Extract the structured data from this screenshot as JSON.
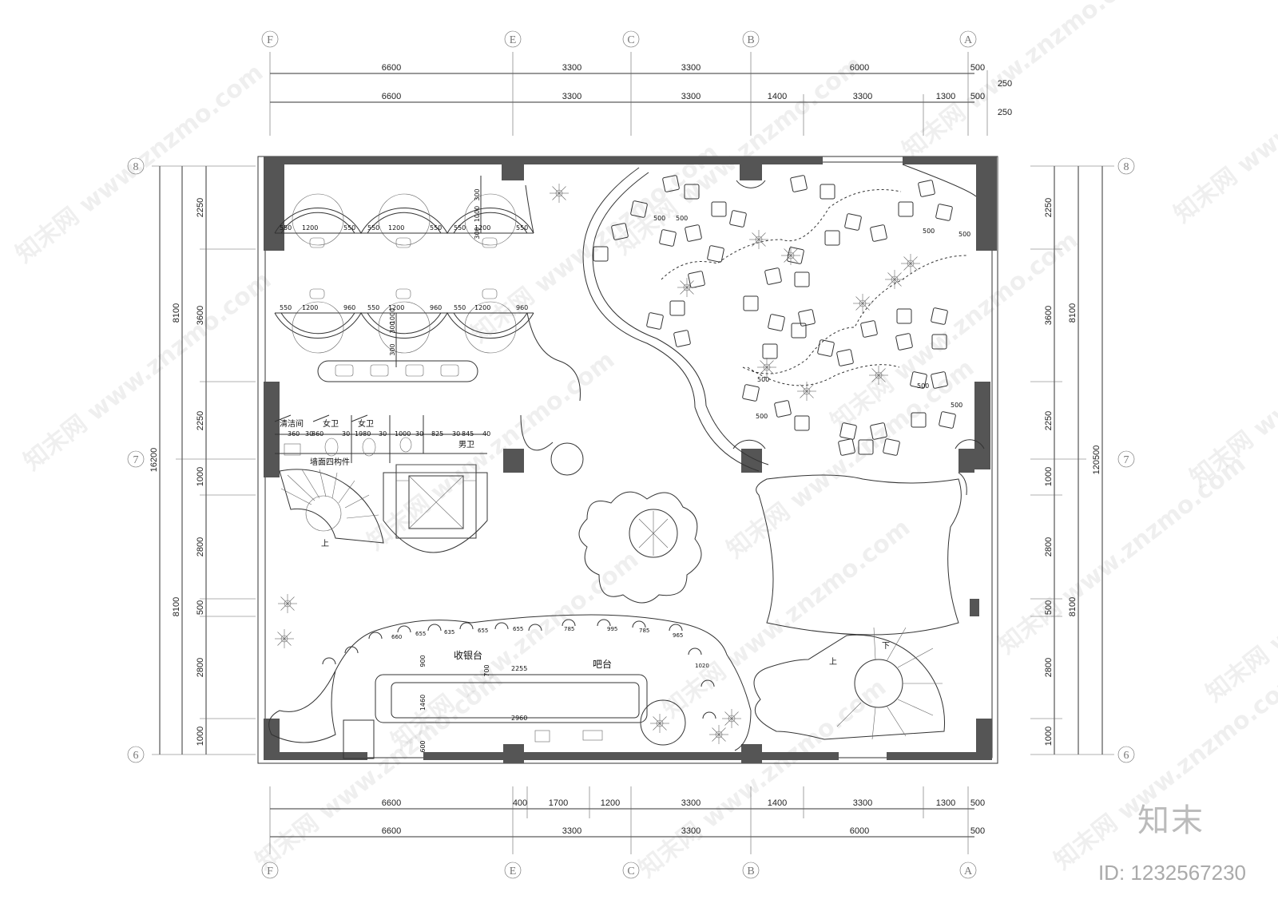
{
  "axes_top": [
    "F",
    "E",
    "C",
    "B",
    "A"
  ],
  "axes_side": [
    "8",
    "7",
    "6"
  ],
  "top_row1": [
    "6600",
    "3300",
    "3300",
    "6000",
    "500"
  ],
  "top_row2": [
    "6600",
    "3300",
    "3300",
    "1400",
    "3300",
    "1300",
    "500"
  ],
  "top_right": [
    "250",
    "250"
  ],
  "bottom_row1": [
    "6600",
    "400",
    "1700",
    "1200",
    "3300",
    "1400",
    "3300",
    "1300",
    "500"
  ],
  "bottom_row2": [
    "6600",
    "3300",
    "3300",
    "6000",
    "500"
  ],
  "left_segments": [
    "2250",
    "3600",
    "2250",
    "1000",
    "2800",
    "500",
    "2800",
    "1000"
  ],
  "left_groups": [
    "8100",
    "8100"
  ],
  "left_total": "16200",
  "right_segments": [
    "2250",
    "3600",
    "2250",
    "1000",
    "2800",
    "500",
    "2800",
    "1000"
  ],
  "right_groups": [
    "8100",
    "8100"
  ],
  "right_total": "120500",
  "rooms": {
    "cleaning": "清洁间",
    "female1": "女卫",
    "female2": "女卫",
    "male": "男卫",
    "wall_note": "墙面四构件",
    "cashier": "收银台",
    "bar": "吧台",
    "stair_up": "上",
    "stair_up2": "上",
    "stair_down": "下"
  },
  "booth_dims_top": [
    "550",
    "1200",
    "550",
    "550",
    "1200",
    "550",
    "550",
    "1200",
    "550"
  ],
  "booth_dims_mid": [
    "550",
    "1200",
    "960",
    "550",
    "1200",
    "960",
    "550",
    "1200",
    "960"
  ],
  "booth_vert": [
    "300",
    "1000",
    "300"
  ],
  "toilet_dims": [
    "360",
    "30",
    "860",
    "30",
    "1980",
    "30",
    "1000",
    "30",
    "825",
    "30",
    "845",
    "40"
  ],
  "bar_dims": [
    "900",
    "700",
    "2255",
    "1460",
    "2960",
    "600"
  ],
  "bar_curve_dims": [
    "660",
    "655",
    "635",
    "655",
    "655",
    "785",
    "995",
    "785",
    "965",
    "1020"
  ],
  "seat_dims": [
    "500",
    "500"
  ],
  "watermark": "知末网 www.znzmo.com",
  "brand": "知末",
  "image_id": "ID: 1232567230"
}
